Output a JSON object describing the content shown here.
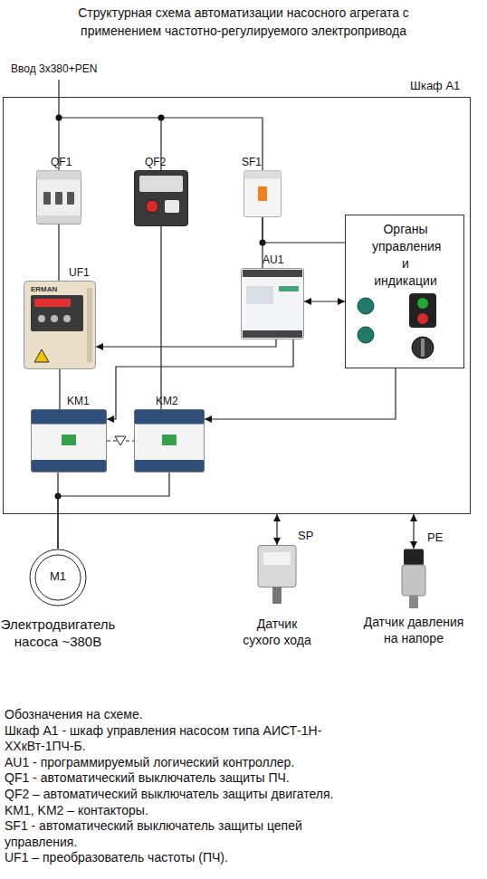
{
  "diagram": {
    "title": "Структурная схема автоматизации насосного агрегата с применением частотно-регулируемого электропривода",
    "nodes": [
      {
        "text": [
          "Шкаф А1"
        ]
      },
      {
        "text": [
          "QF1"
        ],
        "in": 0
      },
      {
        "text": [
          "QF2"
        ],
        "in": 0
      },
      {
        "text": [
          "SF1"
        ],
        "in": 0
      },
      {
        "text": [
          "UF1",
          "ERMAN"
        ],
        "in": 0
      },
      {
        "text": [
          "AU1"
        ],
        "in": 0
      },
      {
        "text": [
          "Органы управления и индикации"
        ],
        "in": 0
      },
      {
        "text": [
          "KM1"
        ],
        "in": 0
      },
      {
        "text": [
          "KM2"
        ],
        "in": 0
      },
      {
        "text": [
          "M1",
          "Электродвигатель насоса ~380В"
        ]
      },
      {
        "text": [
          "SP",
          "Датчик сухого хода"
        ]
      },
      {
        "text": [
          "PE",
          "Датчик давления на напоре"
        ]
      }
    ],
    "edges": [
      {
        "from": 1,
        "to": 4,
        "arrow": "none"
      },
      {
        "from": 2,
        "to": 8,
        "arrow": "none"
      },
      {
        "from": 3,
        "to": 5,
        "arrow": "none"
      },
      {
        "from": 3,
        "to": 6,
        "arrow": "none"
      },
      {
        "from": 5,
        "to": 6,
        "arrow": "both"
      },
      {
        "from": 5,
        "to": 4,
        "arrow": "to"
      },
      {
        "from": 5,
        "to": 7,
        "arrow": "to"
      },
      {
        "from": 6,
        "to": 8,
        "arrow": "to"
      },
      {
        "from": 4,
        "to": 7,
        "arrow": "none"
      },
      {
        "from": 7,
        "to": 8,
        "arrow": "none"
      },
      {
        "from": 7,
        "to": 9,
        "arrow": "none"
      },
      {
        "from": 8,
        "to": 9,
        "arrow": "none"
      },
      {
        "from": 10,
        "to": 0,
        "arrow": "both"
      },
      {
        "from": 11,
        "to": 0,
        "arrow": "both"
      }
    ],
    "labels": [
      "Ввод 3х380+PEN",
      "Обозначения на схеме.",
      "Шкаф А1 - шкаф управления насосом типа АИСТ-1Н-ХХкВт-1ПЧ-Б.",
      "AU1 - программируемый логический контроллер.",
      "QF1 - автоматический выключатель защиты ПЧ.",
      "QF2 – автоматический выключатель защиты двигателя.",
      "KM1, KM2 – контакторы.",
      "SF1 - автоматический выключатель защиты цепей управления.",
      "UF1 – преобразователь частоты (ПЧ)."
    ]
  }
}
